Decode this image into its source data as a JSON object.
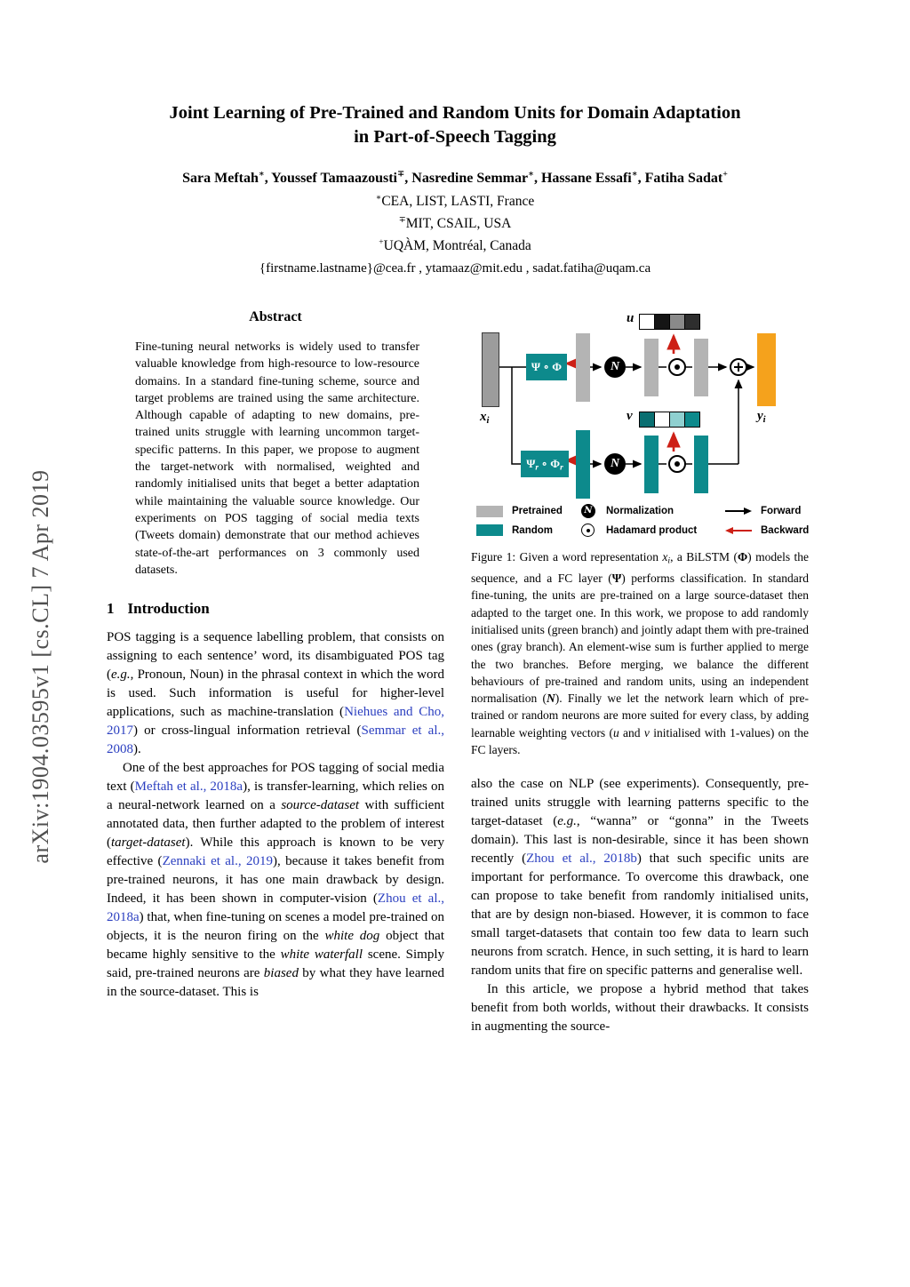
{
  "arxiv_label": "arXiv:1904.03595v1  [cs.CL]  7 Apr 2019",
  "colors": {
    "teal": "#0d8a8c",
    "gray_bar": "#b4b4b4",
    "input_bar": "#9c9c9c",
    "orange": "#f5a21c",
    "red": "#cd2016",
    "citation": "#2b3fc0",
    "arxiv_text": "#4f4f4f"
  },
  "header": {
    "title_line1": "Joint Learning of Pre-Trained and Random Units for Domain Adaptation",
    "title_line2": "in Part-of-Speech Tagging",
    "authors": [
      {
        "t": "Sara Meftah"
      },
      {
        "t": "∗",
        "s": "sup"
      },
      {
        "t": ", Youssef Tamaazousti"
      },
      {
        "t": "∓",
        "s": "sup"
      },
      {
        "t": ", Nasredine Semmar"
      },
      {
        "t": "∗",
        "s": "sup"
      },
      {
        "t": ", Hassane Essafi"
      },
      {
        "t": "∗",
        "s": "sup"
      },
      {
        "t": ", Fatiha Sadat"
      },
      {
        "t": "+",
        "s": "sup"
      }
    ],
    "affiliations": [
      [
        {
          "t": "∗",
          "s": "sup"
        },
        {
          "t": "CEA, LIST, LASTI, France"
        }
      ],
      [
        {
          "t": "∓",
          "s": "sup"
        },
        {
          "t": "MIT, CSAIL, USA"
        }
      ],
      [
        {
          "t": "+",
          "s": "sup"
        },
        {
          "t": "UQÀM, Montréal, Canada"
        }
      ]
    ],
    "emails": "{firstname.lastname}@cea.fr , ytamaaz@mit.edu , sadat.fatiha@uqam.ca"
  },
  "abstract": {
    "heading": "Abstract",
    "text": "Fine-tuning neural networks is widely used to transfer valuable knowledge from high-resource to low-resource domains. In a standard fine-tuning scheme, source and target problems are trained using the same architecture. Although capable of adapting to new domains, pre-trained units struggle with learning uncommon target-specific patterns. In this paper, we propose to augment the target-network with normalised, weighted and randomly initialised units that beget a better adaptation while maintaining the valuable source knowledge. Our experiments on POS tagging of social media texts (Tweets domain) demonstrate that our method achieves state-of-the-art performances on 3 commonly used datasets."
  },
  "section1": {
    "number": "1",
    "title": "Introduction",
    "para1": [
      {
        "t": "POS tagging is a sequence labelling problem, that consists on assigning to each sentence’ word, its disambiguated POS tag ("
      },
      {
        "t": "e.g.",
        "s": "i"
      },
      {
        "t": ", Pronoun, Noun) in the phrasal context in which the word is used. Such information is useful for higher-level applications, such as machine-translation ("
      },
      {
        "t": "Niehues and Cho, 2017",
        "s": "c"
      },
      {
        "t": ") or cross-lingual information retrieval ("
      },
      {
        "t": "Semmar et al., 2008",
        "s": "c"
      },
      {
        "t": ")."
      }
    ],
    "para2": [
      {
        "t": "One of the best approaches for POS tagging of social media text ("
      },
      {
        "t": "Meftah et al., 2018a",
        "s": "c"
      },
      {
        "t": "), is transfer-learning, which relies on a neural-network learned on a "
      },
      {
        "t": "source-dataset",
        "s": "i"
      },
      {
        "t": " with sufficient annotated data, then further adapted to the problem of interest ("
      },
      {
        "t": "target-dataset",
        "s": "i"
      },
      {
        "t": ").  While this approach is known to be very effective ("
      },
      {
        "t": "Zennaki et al., 2019",
        "s": "c"
      },
      {
        "t": "), because it takes benefit from pre-trained neurons, it has one main drawback by design.  Indeed, it has been shown in computer-vision ("
      },
      {
        "t": "Zhou et al., 2018a",
        "s": "c"
      },
      {
        "t": ") that, when fine-tuning on scenes a model pre-trained on objects, it is the neuron firing on the "
      },
      {
        "t": "white dog",
        "s": "i"
      },
      {
        "t": " object that became highly sensitive to the "
      },
      {
        "t": "white waterfall",
        "s": "i"
      },
      {
        "t": " scene.  Simply said, pre-trained neurons are "
      },
      {
        "t": "biased",
        "s": "i"
      },
      {
        "t": " by what they have learned in the source-dataset.  This is"
      }
    ]
  },
  "figure": {
    "labels": {
      "x": [
        {
          "t": "x",
          "s": "bm"
        },
        {
          "t": "i",
          "s": "bsub"
        }
      ],
      "y": [
        {
          "t": "y",
          "s": "bm"
        },
        {
          "t": "i",
          "s": "bsub"
        }
      ],
      "u": [
        {
          "t": "u",
          "s": "bm"
        }
      ],
      "v": [
        {
          "t": "v",
          "s": "bm"
        }
      ],
      "box_top": [
        {
          "t": "Ψ ∘ Φ"
        }
      ],
      "box_bottom": [
        {
          "t": "Ψ"
        },
        {
          "t": "r",
          "s": "sub"
        },
        {
          "t": " ∘ Φ"
        },
        {
          "t": "r",
          "s": "sub"
        }
      ],
      "norm": "N"
    },
    "u_vector": [
      "#ffffff",
      "#151515",
      "#8a8a8a",
      "#2e2e2e"
    ],
    "v_vector": [
      "#0a6f71",
      "#ffffff",
      "#8fd0d0",
      "#0d8a8c"
    ],
    "legend": {
      "pretrained": "Pretrained",
      "random": "Random",
      "normalization": "Normalization",
      "hadamard": "Hadamard product",
      "forward": "Forward",
      "backward": "Backward"
    },
    "caption": [
      {
        "t": "Figure 1:  Given a word representation "
      },
      {
        "t": "x",
        "s": "m"
      },
      {
        "t": "i",
        "s": "sub"
      },
      {
        "t": ", a BiLSTM ("
      },
      {
        "t": "Φ",
        "s": "bf"
      },
      {
        "t": ") models the sequence, and a FC layer ("
      },
      {
        "t": "Ψ",
        "s": "bf"
      },
      {
        "t": ") performs classification.  In standard fine-tuning, the units are pre-trained on a large source-dataset then adapted to the target one.  In this work, we propose to add randomly initialised units (green branch) and jointly adapt them with pre-trained ones (gray branch). An element-wise sum is further applied to merge the two branches. Before merging, we balance the different behaviours of pre-trained and random units, using an independent normalisation ("
      },
      {
        "t": "N",
        "s": "scr"
      },
      {
        "t": ").  Finally we let the network learn which of pre-trained or random neurons are more suited for every class, by adding learnable weighting vectors ("
      },
      {
        "t": "u",
        "s": "m"
      },
      {
        "t": " and "
      },
      {
        "t": "v",
        "s": "m"
      },
      {
        "t": " initialised with 1-values) on the FC layers."
      }
    ]
  },
  "right_column": {
    "para1": [
      {
        "t": "also the case on NLP (see experiments).  Consequently, pre-trained units struggle with learning patterns specific to the target-dataset ("
      },
      {
        "t": "e.g.",
        "s": "i"
      },
      {
        "t": ", “wanna” or “gonna” in the Tweets domain). This last is non-desirable, since it has been shown recently ("
      },
      {
        "t": "Zhou et al., 2018b",
        "s": "c"
      },
      {
        "t": ") that such specific units are important for performance.  To overcome this drawback, one can propose to take benefit from randomly initialised units, that are by design non-biased.   However, it is common to face small target-datasets that contain too few data to learn such neurons from scratch. Hence, in such setting, it is hard to learn random units that fire on specific patterns and generalise well."
      }
    ],
    "para2": [
      {
        "t": "In this article, we propose a hybrid method that takes benefit from both worlds, without their drawbacks.  It consists in augmenting the source-"
      }
    ]
  }
}
